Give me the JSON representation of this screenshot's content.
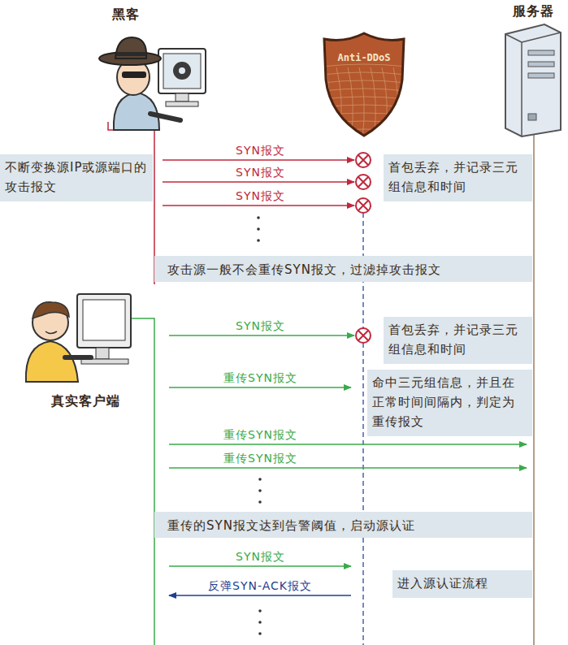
{
  "diagram": {
    "nodes": [
      {
        "text": [
          "黑客"
        ]
      },
      {
        "text": [
          "Anti-DDoS"
        ]
      },
      {
        "text": [
          "服务器"
        ]
      },
      {
        "text": [
          "不断变换源IP或源端口的攻击报文"
        ]
      },
      {
        "text": [
          "首包丢弃，并记录三元组信息和时间"
        ]
      },
      {
        "text": [
          "攻击源一般不会重传SYN报文，过滤掉攻击报文"
        ]
      },
      {
        "text": [
          "真实客户端"
        ]
      },
      {
        "text": [
          "首包丢弃，并记录三元组信息和时间"
        ]
      },
      {
        "text": [
          "命中三元组信息，并且在正常时间间隔内，判定为重传报文"
        ]
      },
      {
        "text": [
          "重传的SYN报文达到告警阈值，启动源认证"
        ]
      },
      {
        "text": [
          "进入源认证流程"
        ]
      }
    ],
    "edges": [
      {
        "from": 0,
        "to": 1,
        "arrow": "to",
        "label": "SYN报文"
      },
      {
        "from": 0,
        "to": 1,
        "arrow": "to",
        "label": "SYN报文"
      },
      {
        "from": 0,
        "to": 1,
        "arrow": "to",
        "label": "SYN报文"
      },
      {
        "from": 6,
        "to": 1,
        "arrow": "to",
        "label": "SYN报文"
      },
      {
        "from": 6,
        "to": 1,
        "arrow": "to",
        "label": "重传SYN报文"
      },
      {
        "from": 6,
        "to": 2,
        "arrow": "to",
        "label": "重传SYN报文"
      },
      {
        "from": 6,
        "to": 2,
        "arrow": "to",
        "label": "重传SYN报文"
      },
      {
        "from": 6,
        "to": 1,
        "arrow": "to",
        "label": "SYN报文"
      },
      {
        "from": 1,
        "to": 6,
        "arrow": "to",
        "label": "反弹SYN-ACK报文"
      }
    ]
  }
}
